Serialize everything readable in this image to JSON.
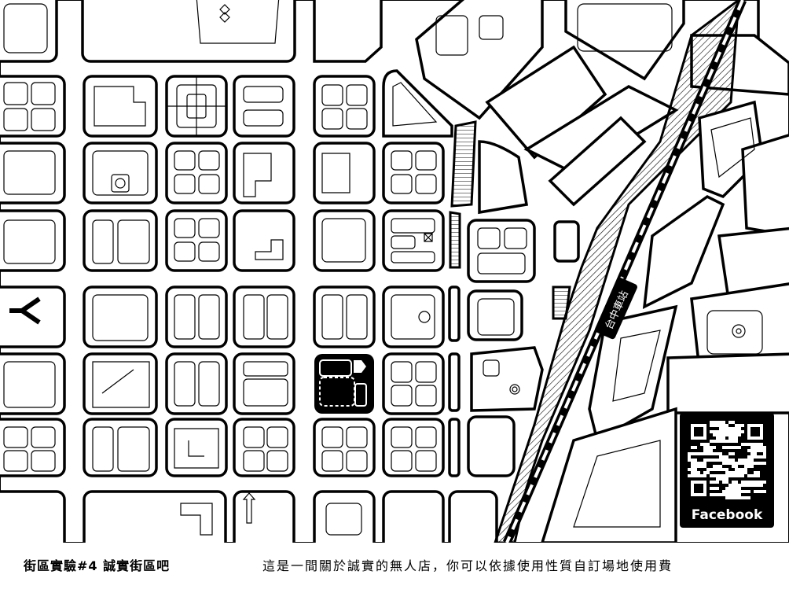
{
  "map": {
    "station_name": "台中車站",
    "qr_label": "Facebook",
    "colors": {
      "background": "#ffffff",
      "line": "#000000",
      "highlight_block": "#000000"
    }
  },
  "caption": {
    "title": "街區實驗#4 誠實街區吧",
    "description": "這是一間關於誠實的無人店，你可以依據使用性質自訂場地使用費"
  }
}
